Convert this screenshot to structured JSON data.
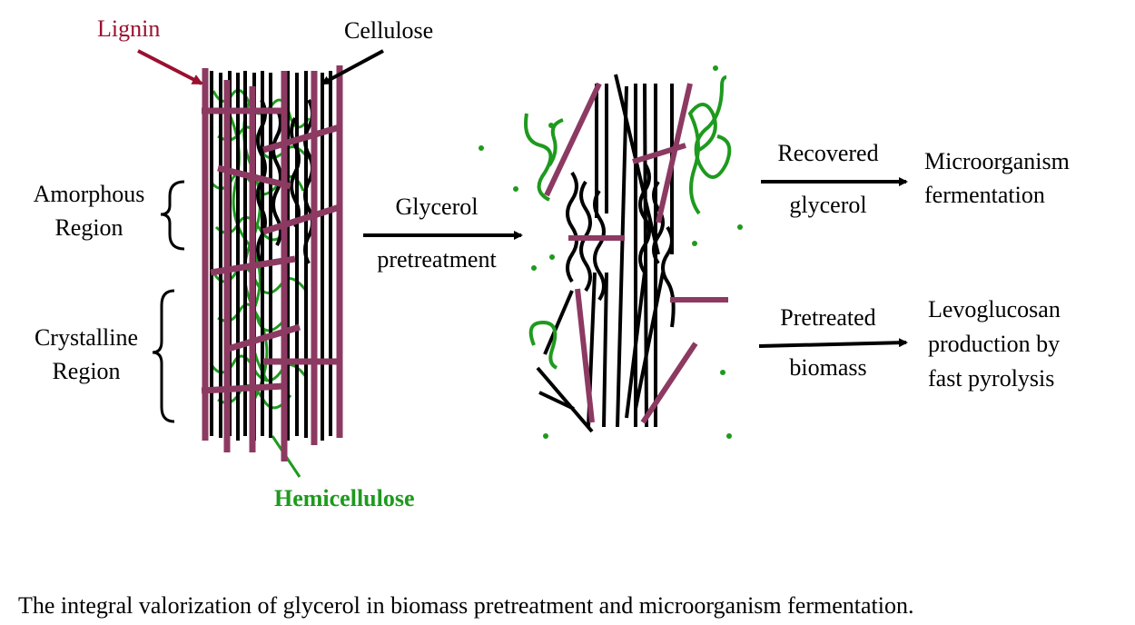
{
  "labels": {
    "lignin": "Lignin",
    "cellulose": "Cellulose",
    "hemicellulose": "Hemicellulose",
    "amorphous_line1": "Amorphous",
    "amorphous_line2": "Region",
    "crystalline_line1": "Crystalline",
    "crystalline_line2": "Region",
    "glycerol_line1": "Glycerol",
    "glycerol_line2": "pretreatment",
    "recovered_line1": "Recovered",
    "recovered_line2": "glycerol",
    "microorganism_line1": "Microorganism",
    "microorganism_line2": "fermentation",
    "pretreated_line1": "Pretreated",
    "pretreated_line2": "biomass",
    "levoglucosan_line1": "Levoglucosan",
    "levoglucosan_line2": "production by",
    "levoglucosan_line3": "fast pyrolysis"
  },
  "caption": "The integral valorization of glycerol  in biomass pretreatment and microorganism fermentation.",
  "colors": {
    "lignin": "#8c3a62",
    "lignin_label": "#9a1030",
    "cellulose": "#000000",
    "hemicellulose": "#1e9a1e"
  }
}
